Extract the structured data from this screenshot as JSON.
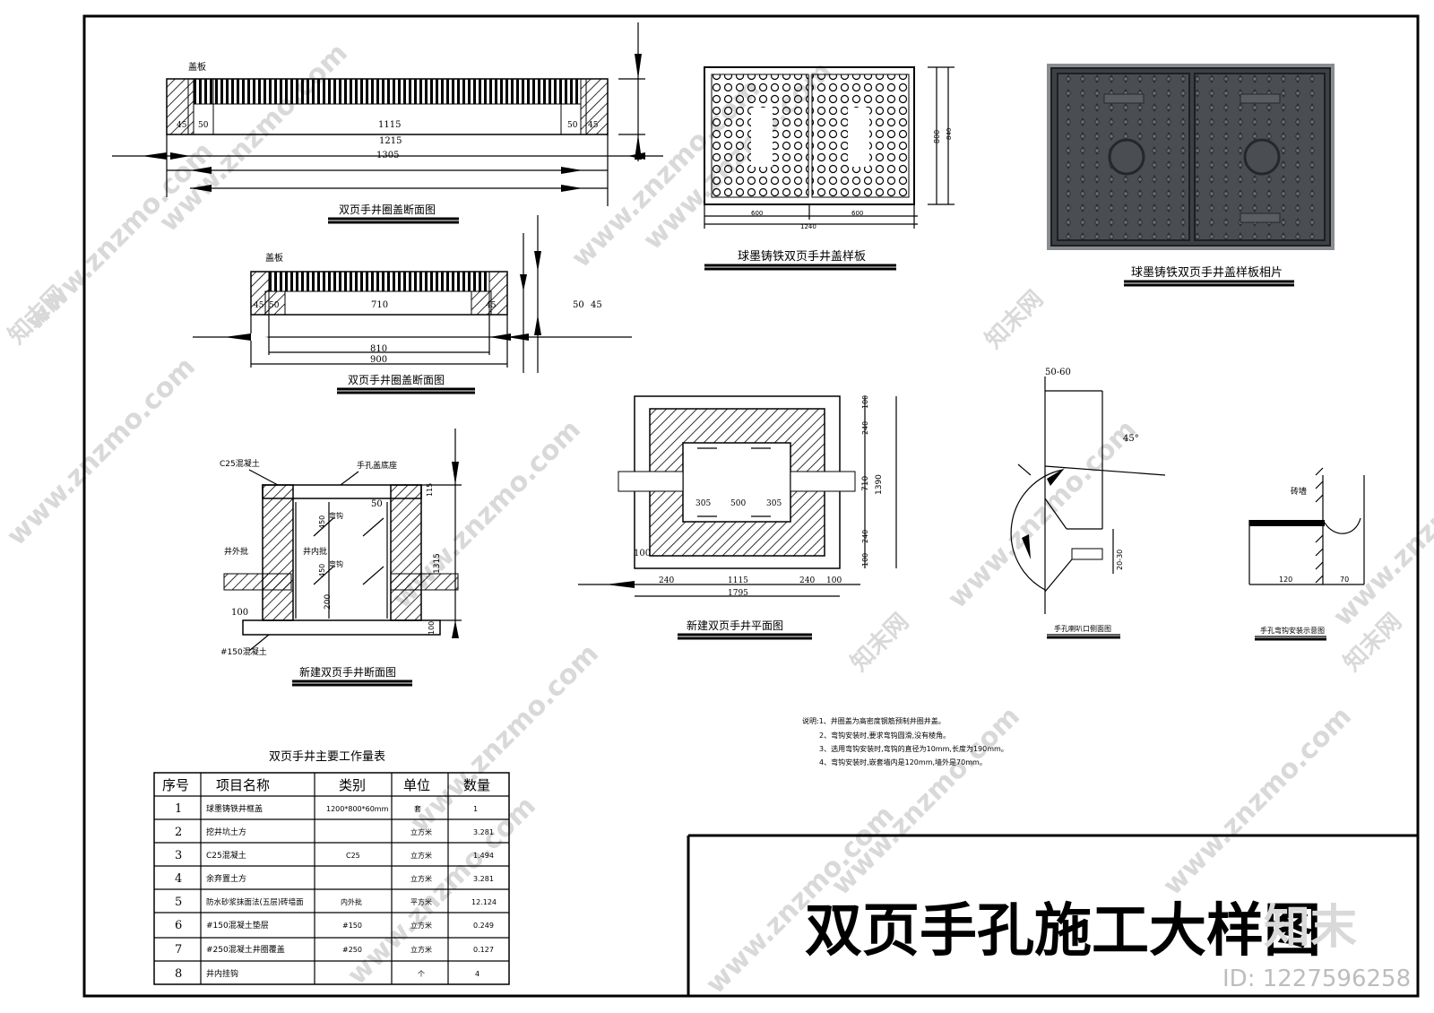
{
  "drawing_title": "双页手孔施工大样图",
  "views": {
    "cover_section_1": {
      "title": "双页手井圈盖断面图",
      "label_cover": "盖板",
      "dims": [
        "45",
        "50",
        "1115",
        "50",
        "45",
        "1215",
        "1305"
      ]
    },
    "cover_plate": {
      "title": "球墨铸铁双页手井盖样板",
      "dims_bottom": [
        "600",
        "600",
        "1240"
      ],
      "dims_right": [
        "800",
        "840"
      ]
    },
    "cover_photo": {
      "title": "球墨铸铁双页手井盖样板相片"
    },
    "cover_section_2": {
      "title": "双页手井圈盖断面图",
      "label_cover": "盖板",
      "dims": [
        "45",
        "50",
        "710",
        "45",
        "810",
        "900",
        "50",
        "45"
      ]
    },
    "well_section": {
      "title": "新建双页手井断面图",
      "labels": [
        "C25混凝土",
        "手孔盖底座",
        "井外批",
        "井内批",
        "弯钩",
        "弯钩",
        "#150混凝土"
      ],
      "dims": [
        "50",
        "115",
        "450",
        "450",
        "1315",
        "200",
        "100",
        "100"
      ]
    },
    "well_plan": {
      "title": "新建双页手井平面图",
      "dims_inner": [
        "305",
        "500",
        "305"
      ],
      "dims_bottom": [
        "240",
        "1115",
        "240",
        "100",
        "1795"
      ],
      "dims_right": [
        "100",
        "240",
        "710",
        "240",
        "100",
        "1390"
      ],
      "dim_left": "100"
    },
    "mouth_section": {
      "title": "手孔喇叭口侧面图",
      "dims": [
        "50-60",
        "45°",
        "20-30"
      ]
    },
    "hook_install": {
      "title": "手孔弯钩安装示意图",
      "label_wall": "砖墙",
      "dims": [
        "120",
        "70"
      ]
    }
  },
  "notes": [
    "说明:1、井圈盖为高密度钢筋预制井圈井盖。",
    "2、弯钩安装时,要求弯钩圆滑,没有棱角。",
    "3、选用弯钩安装时,弯钩的直径为10mm,长度为190mm。",
    "4、弯钩安装时,嵌套墙内是120mm,墙外是70mm。"
  ],
  "table": {
    "title": "双页手井主要工作量表",
    "headers": [
      "序号",
      "项目名称",
      "类别",
      "单位",
      "数量"
    ],
    "rows": [
      [
        "1",
        "球墨铸铁井框盖",
        "1200*800*60mm",
        "套",
        "1"
      ],
      [
        "2",
        "挖井坑土方",
        "",
        "立方米",
        "3.281"
      ],
      [
        "3",
        "C25混凝土",
        "C25",
        "立方米",
        "1.494"
      ],
      [
        "4",
        "余弃置土方",
        "",
        "立方米",
        "3.281"
      ],
      [
        "5",
        "防水砂浆抹面法(五层)砖墙面",
        "内外批",
        "平方米",
        "12.124"
      ],
      [
        "6",
        "#150混凝土垫层",
        "#150",
        "立方米",
        "0.249"
      ],
      [
        "7",
        "#250混凝土井圈覆盖",
        "#250",
        "立方米",
        "0.127"
      ],
      [
        "8",
        "井内挂钩",
        "",
        "个",
        "4"
      ]
    ]
  },
  "watermark": {
    "site": "www.znzmo.com",
    "brand": "知末网",
    "logo": "知末",
    "id": "ID: 1227596258"
  }
}
